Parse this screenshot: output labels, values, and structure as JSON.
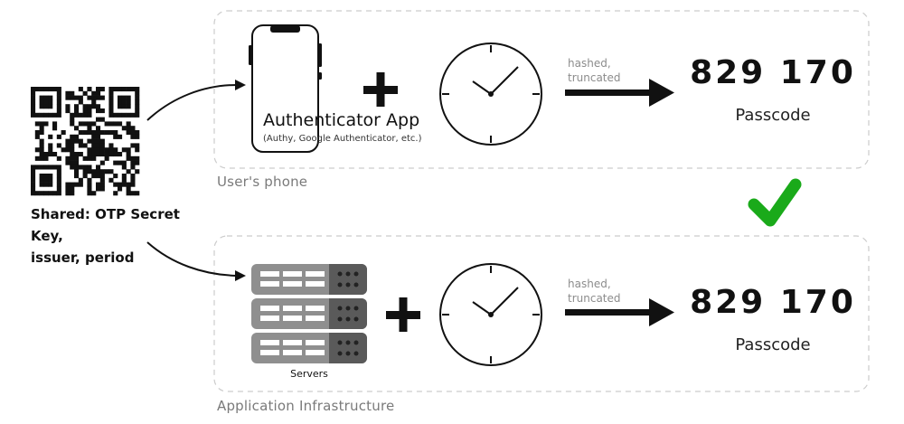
{
  "shared_label_line1": "Shared: OTP Secret Key,",
  "shared_label_line2": "issuer, period",
  "phone_section": {
    "section_label": "User's phone",
    "app_title": "Authenticator App",
    "app_subtitle": "(Authy, Google Authenticator, etc.)",
    "hash_line1": "hashed,",
    "hash_line2": "truncated",
    "passcode": "829 170",
    "passcode_label": "Passcode"
  },
  "infra_section": {
    "section_label": "Application Infrastructure",
    "servers_label": "Servers",
    "hash_line1": "hashed,",
    "hash_line2": "truncated",
    "passcode": "829 170",
    "passcode_label": "Passcode"
  },
  "colors": {
    "check": "#1aaa1a",
    "server_light": "#8f8f8f",
    "server_dark": "#5a5a5a",
    "dash_border": "#cccccc"
  },
  "icons": [
    "qr-code-icon",
    "phone-icon",
    "plus-icon",
    "clock-icon",
    "arrow-icon",
    "server-icon",
    "checkmark-icon"
  ]
}
